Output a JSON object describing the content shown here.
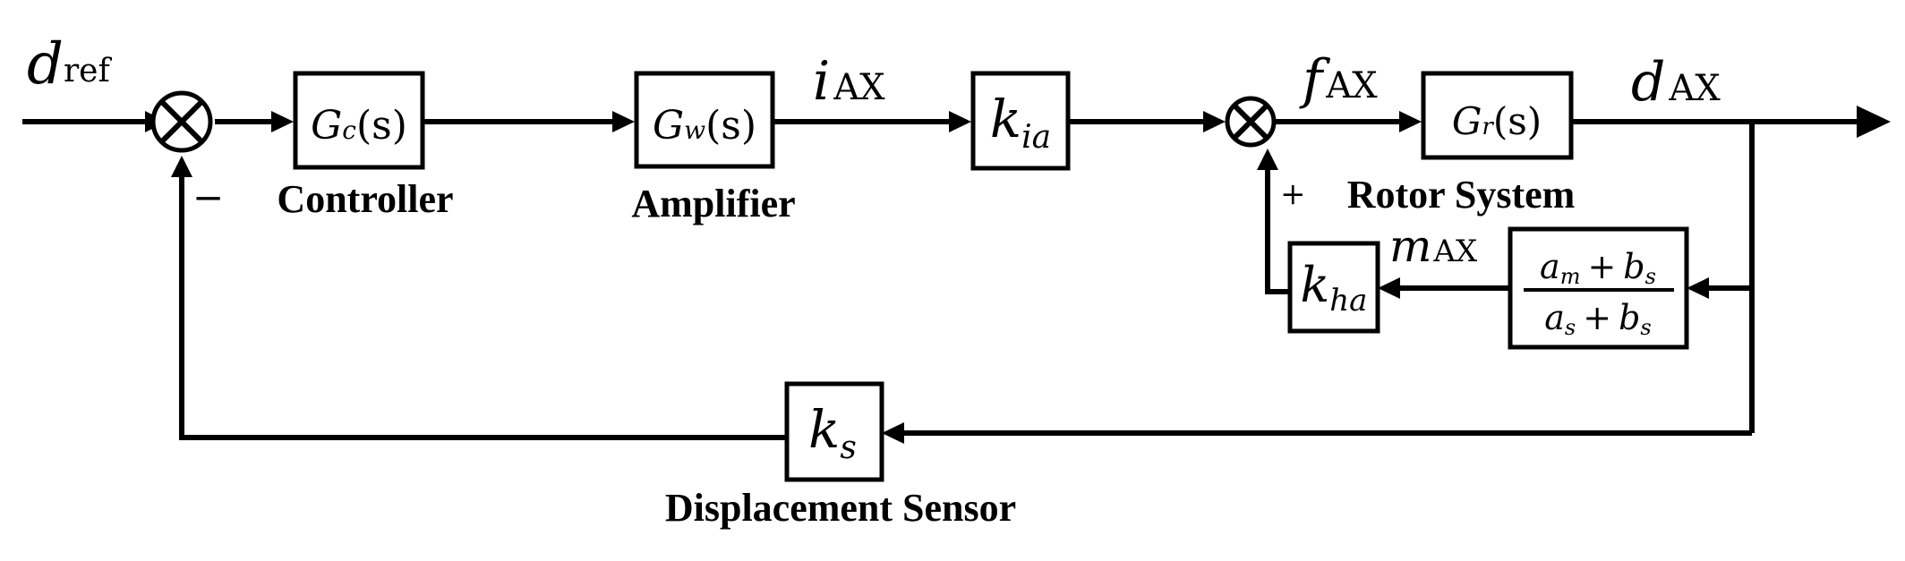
{
  "signals": {
    "d_ref": {
      "main": "d",
      "sub": "ref"
    },
    "i_ax": {
      "main": "i",
      "sub": "AX"
    },
    "f_ax": {
      "main": "f",
      "sub": "AX"
    },
    "d_ax": {
      "main": "d",
      "sub": "AX"
    },
    "m_ax": {
      "main": "m",
      "sub": "AX"
    }
  },
  "blocks": {
    "controller": {
      "tf_main": "G",
      "tf_sub": "c",
      "tf_arg": "(s)",
      "caption": "Controller"
    },
    "amplifier": {
      "tf_main": "G",
      "tf_sub": "w",
      "tf_arg": "(s)",
      "caption": "Amplifier"
    },
    "kia": {
      "main": "k",
      "sub": "ia"
    },
    "rotor": {
      "tf_main": "G",
      "tf_sub": "r",
      "tf_arg": "(s)",
      "caption": "Rotor System"
    },
    "kha": {
      "main": "k",
      "sub": "ha"
    },
    "ratio": {
      "num_a": "a",
      "num_a_sub": "m",
      "num_plus": "+",
      "num_b": "b",
      "num_b_sub": "s",
      "den_a": "a",
      "den_a_sub": "s",
      "den_plus": "+",
      "den_b": "b",
      "den_b_sub": "s"
    },
    "ks": {
      "main": "k",
      "sub": "s",
      "caption": "Displacement Sensor"
    }
  },
  "signs": {
    "sum1_minus": "−",
    "sum2_plus": "+"
  }
}
